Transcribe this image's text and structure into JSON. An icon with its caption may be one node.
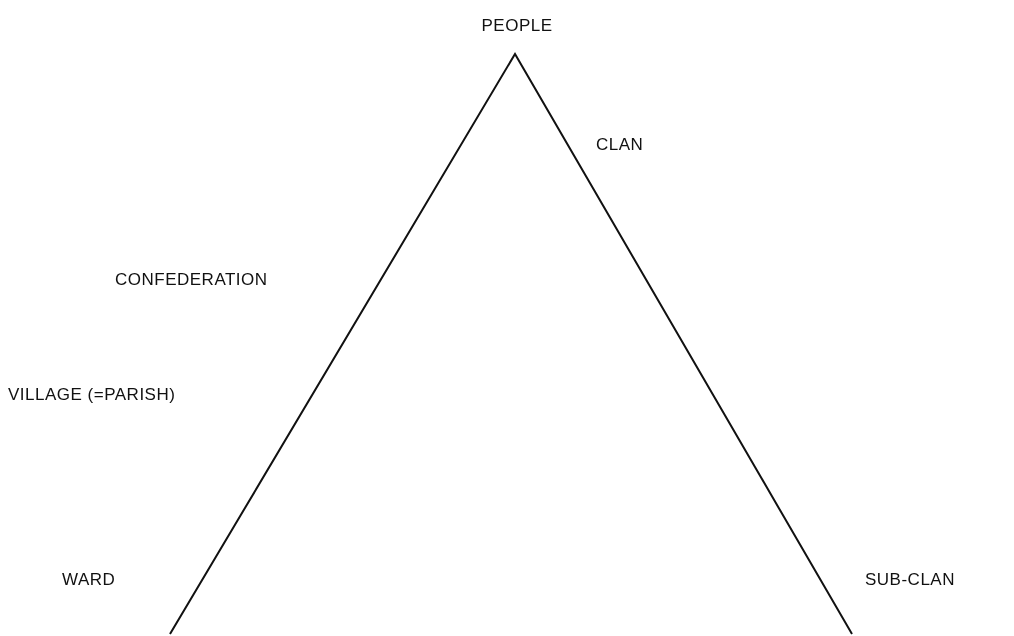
{
  "diagram": {
    "labels": [
      "PEOPLE",
      "CLAN",
      "CONFEDERATION",
      "VILLAGE (=PARISH)",
      "WARD",
      "SUB-CLAN"
    ]
  }
}
